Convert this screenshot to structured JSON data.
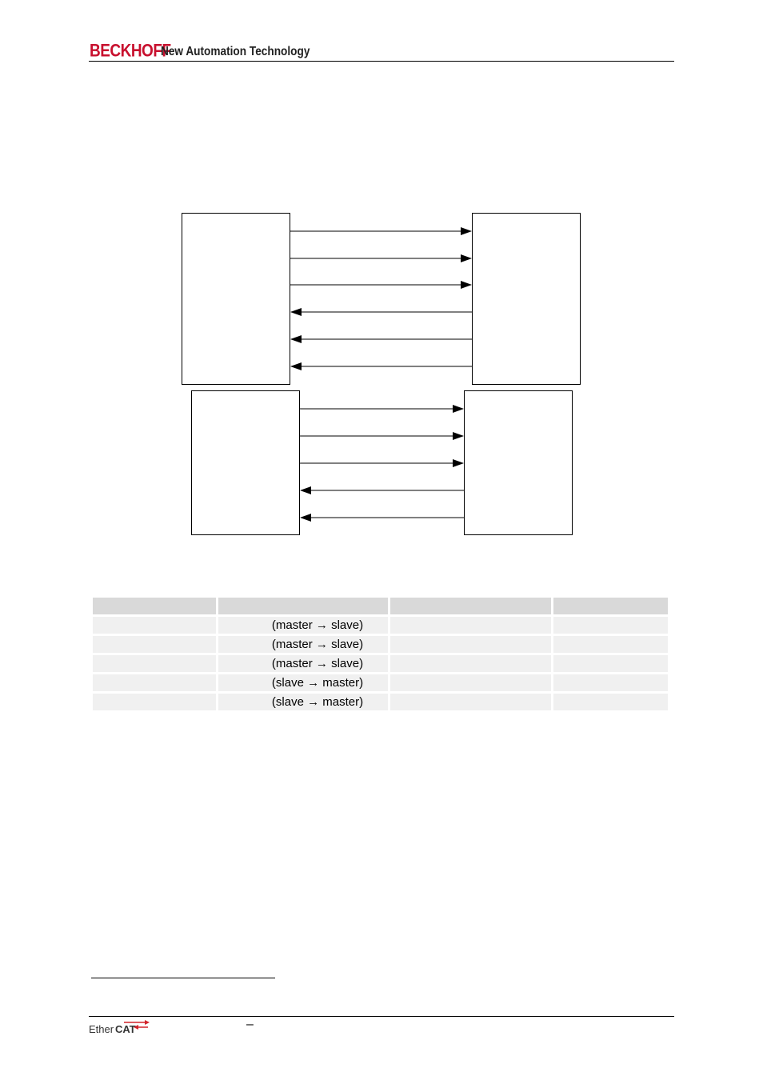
{
  "header": {
    "brand": "BECKHOFF",
    "tagline": "New Automation Technology",
    "brand_color": "#c8102e"
  },
  "table": {
    "rows": [
      {
        "direction": "(master → slave)"
      },
      {
        "direction": "(master → slave)"
      },
      {
        "direction": "(master → slave)"
      },
      {
        "direction": "(slave → master)"
      },
      {
        "direction": "(slave → master)"
      }
    ]
  },
  "footer": {
    "logo_text_plain": "Ether",
    "logo_text_bold": "CAT",
    "logo_arrow_color": "#d2232a",
    "dash": "–"
  }
}
